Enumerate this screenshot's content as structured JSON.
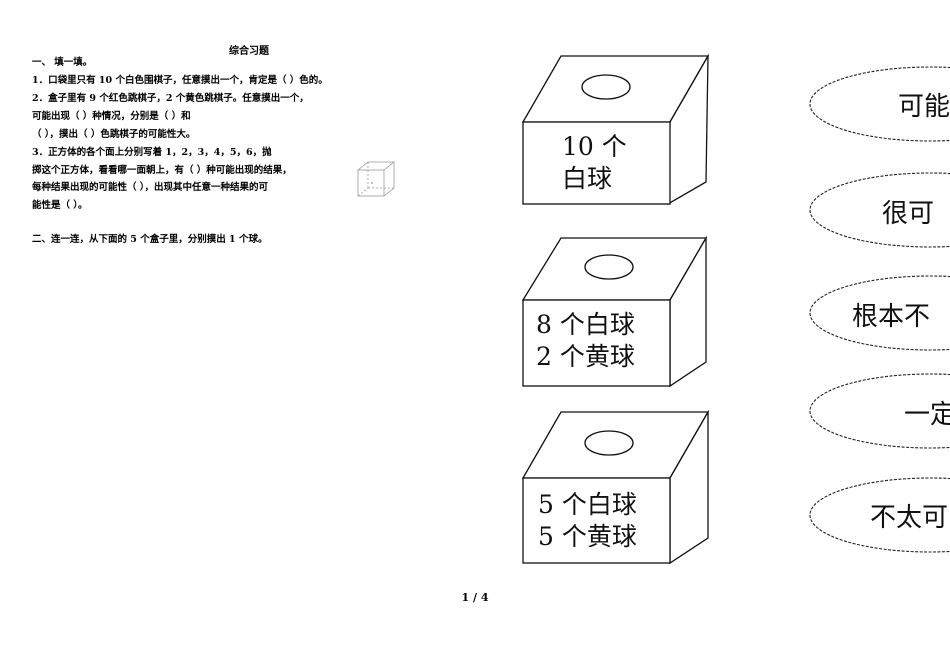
{
  "title": "综合习题",
  "section1": {
    "heading": "一、  填一填。",
    "lines": [
      "1．口袋里只有 10 个白色围棋子，任意摸出一个，肯定是（  ）色的。",
      "2．盒子里有 9 个红色跳棋子，2 个黄色跳棋子。任意摸出一个，",
      "可能出现（  ）种情况，分别是（        ）和",
      "（        ），摸出（  ）色跳棋子的可能性大。",
      "3．正方体的各个面上分别写着 1，2，3，4，5，6，抛",
      "掷这个正方体，看看哪一面朝上，有（  ）种可能出现的结果，",
      "每种结果出现的可能性（     ），出现其中任意一种结果的可",
      "能性是（    ）。"
    ]
  },
  "section2": {
    "heading": "二、连一连，从下面的 5 个盒子里，分别摸出 1 个球。"
  },
  "boxes": [
    {
      "line1": "10 个",
      "line2": "白球"
    },
    {
      "line1": "8 个白球",
      "line2": "2 个黄球"
    },
    {
      "line1": "5 个白球",
      "line2": "5 个黄球"
    }
  ],
  "ovals": [
    "可能",
    "很可",
    "根本不",
    "一定",
    "不太可"
  ],
  "page_number": "1 / 4"
}
